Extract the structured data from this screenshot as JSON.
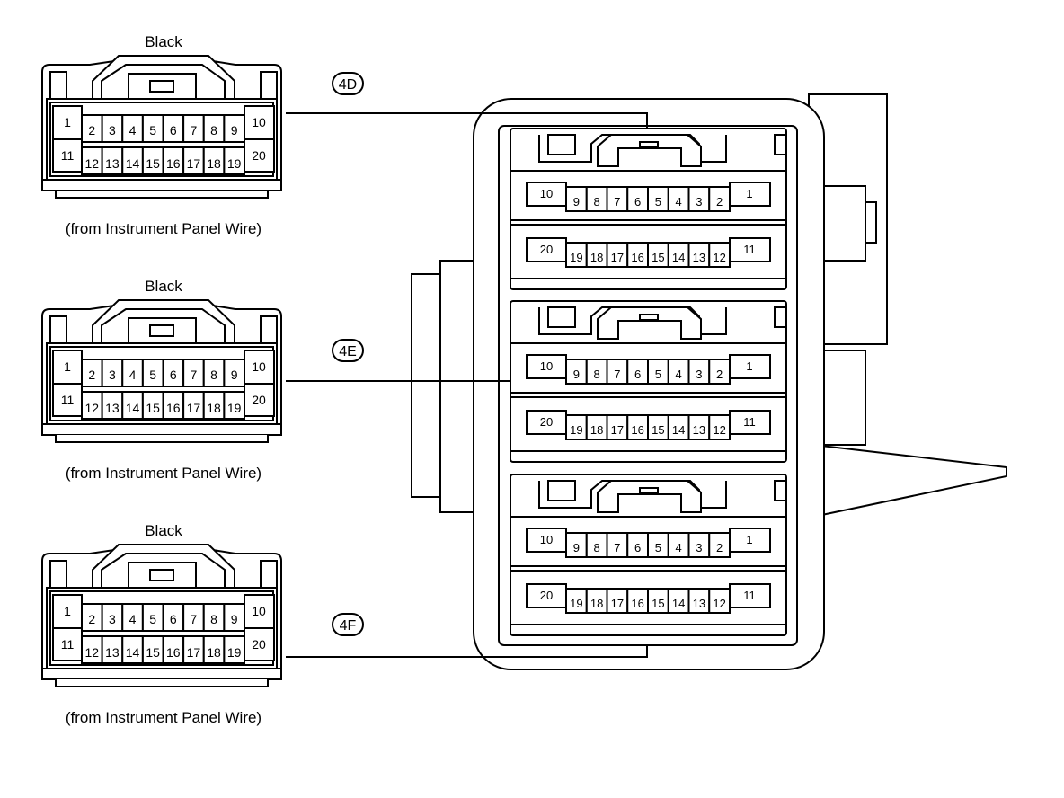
{
  "left_connectors": [
    {
      "id": "4D",
      "color_label": "Black",
      "caption": "(from Instrument Panel Wire)"
    },
    {
      "id": "4E",
      "color_label": "Black",
      "caption": "(from Instrument Panel Wire)"
    },
    {
      "id": "4F",
      "color_label": "Black",
      "caption": "(from Instrument Panel Wire)"
    }
  ],
  "male_pins": {
    "top_left": "1",
    "top_small": [
      "2",
      "3",
      "4",
      "5",
      "6",
      "7",
      "8",
      "9"
    ],
    "top_right": "10",
    "bottom_left": "11",
    "bottom_small": [
      "12",
      "13",
      "14",
      "15",
      "16",
      "17",
      "18",
      "19"
    ],
    "bottom_right": "20"
  },
  "female_pins": {
    "top_left": "10",
    "top_small": [
      "9",
      "8",
      "7",
      "6",
      "5",
      "4",
      "3",
      "2"
    ],
    "top_right": "1",
    "bottom_left": "20",
    "bottom_small": [
      "19",
      "18",
      "17",
      "16",
      "15",
      "14",
      "13",
      "12"
    ],
    "bottom_right": "11"
  },
  "stroke_color": "#000000",
  "background_color": "#ffffff"
}
